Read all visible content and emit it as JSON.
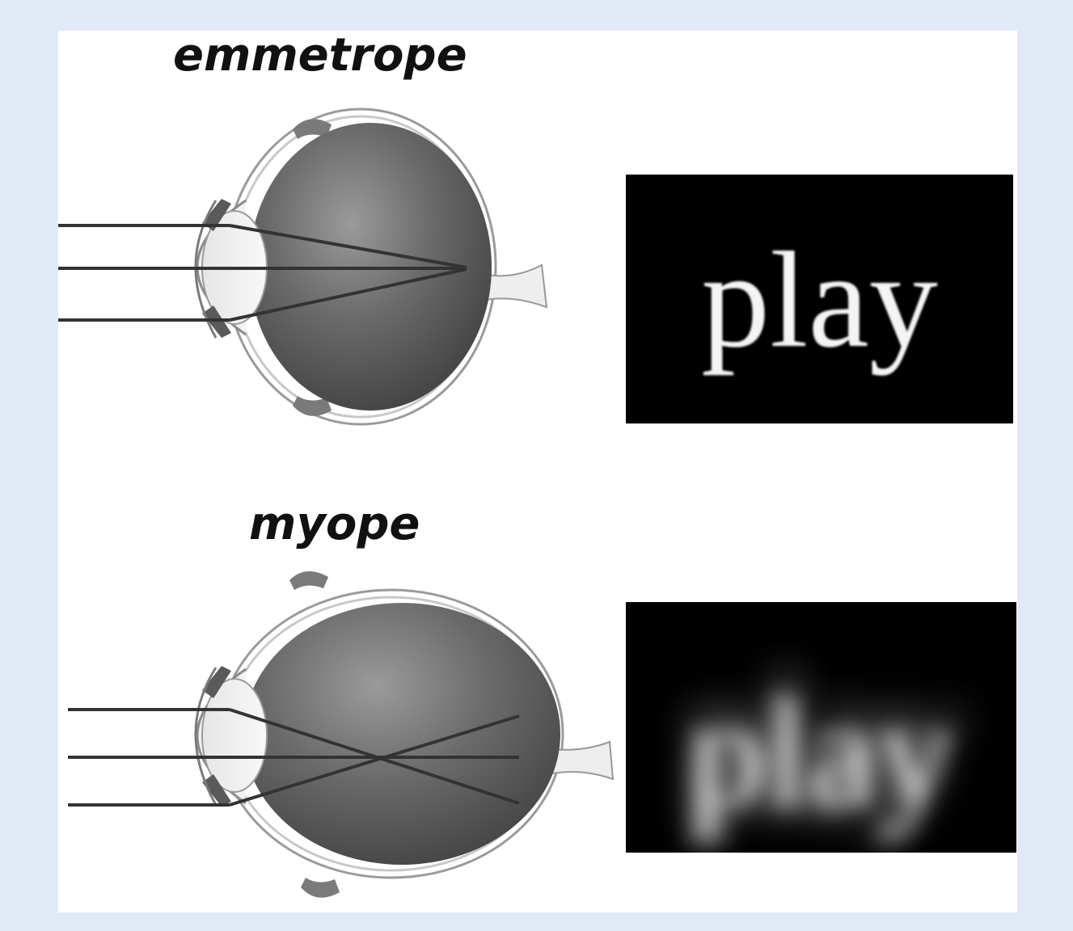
{
  "figure": {
    "emmetrope": {
      "title": "emmetrope",
      "perceived_word": "play",
      "focus": "on-retina"
    },
    "myope": {
      "title": "myope",
      "perceived_word": "play",
      "focus": "in-front-of-retina"
    }
  },
  "colors": {
    "background": "#e1e8f6",
    "panel": "#ffffff",
    "eye_interior": "#555555",
    "ray": "#333333",
    "view_background": "#000000"
  }
}
